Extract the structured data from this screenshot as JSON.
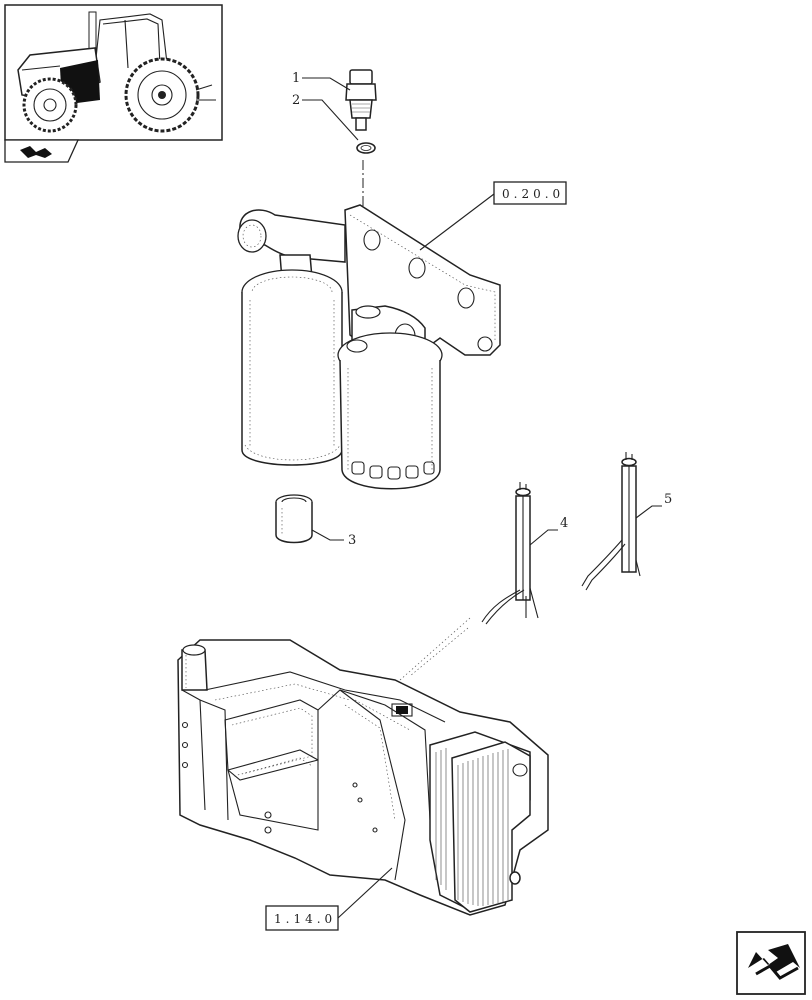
{
  "diagram": {
    "callouts": [
      {
        "id": "1",
        "label": "1"
      },
      {
        "id": "2",
        "label": "2"
      },
      {
        "id": "3",
        "label": "3"
      },
      {
        "id": "4",
        "label": "4"
      },
      {
        "id": "5",
        "label": "5"
      }
    ],
    "references": {
      "filter_assembly": "0.20.0",
      "tank_assembly": "1.14.0"
    },
    "icons": {
      "thumbnail": "tractor-thumbnail-icon",
      "small_nav": "previous-page-icon",
      "large_nav": "next-page-icon"
    }
  }
}
